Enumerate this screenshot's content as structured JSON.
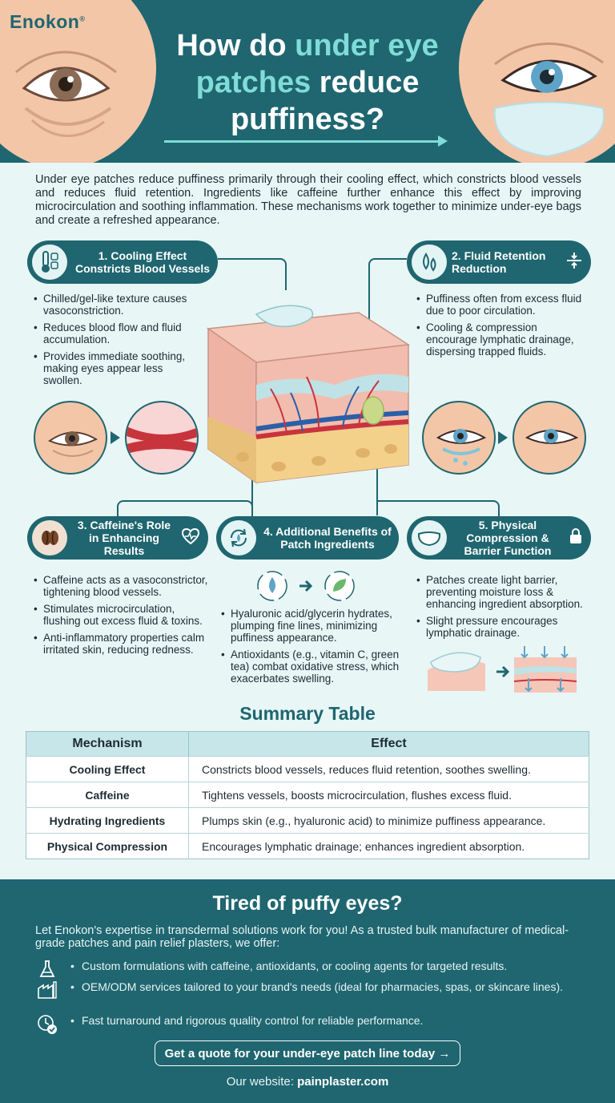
{
  "brand": {
    "logo": "Enokon",
    "logo_mark": "®"
  },
  "header": {
    "title_part1": "How do ",
    "title_highlight1": "under eye",
    "title_highlight2": "patches",
    "title_part2": " reduce",
    "title_part3": "puffiness?"
  },
  "intro": "Under eye patches reduce puffiness primarily through their cooling effect, which constricts blood vessels and reduces fluid retention. Ingredients like caffeine further enhance this effect by improving microcirculation and soothing inflammation. These mechanisms work together to minimize under-eye bags and create a refreshed appearance.",
  "mechanisms": [
    {
      "title": "1. Cooling Effect Constricts Blood Vessels",
      "icon": "thermometer-icon",
      "bullets": [
        "Chilled/gel-like texture causes vasoconstriction.",
        "Reduces blood flow and fluid accumulation.",
        "Provides immediate soothing, making eyes appear less swollen."
      ]
    },
    {
      "title": "2. Fluid Retention Reduction",
      "icon": "droplets-icon",
      "bullets": [
        "Puffiness often from excess fluid due to poor circulation.",
        "Cooling & compression encourage lymphatic drainage, dispersing trapped fluids."
      ]
    },
    {
      "title": "3. Caffeine's Role in Enhancing Results",
      "icon": "coffee-bean-icon",
      "bullets": [
        "Caffeine acts as a vasoconstrictor, tightening blood vessels.",
        "Stimulates microcirculation, flushing out excess fluid & toxins.",
        "Anti-inflammatory properties calm irritated skin, reducing redness."
      ]
    },
    {
      "title": "4. Additional Benefits of Patch Ingredients",
      "icon": "cycle-icon",
      "bullets": [
        "Hyaluronic acid/glycerin hydrates, plumping fine lines, minimizing puffiness appearance.",
        "Antioxidants (e.g., vitamin C, green tea) combat oxidative stress, which exacerbates swelling."
      ]
    },
    {
      "title": "5. Physical Compression & Barrier Function",
      "icon": "patch-icon",
      "bullets": [
        "Patches create light barrier, preventing moisture loss & enhancing ingredient absorption.",
        "Slight pressure encourages lymphatic drainage."
      ]
    }
  ],
  "summary": {
    "title": "Summary Table",
    "headers": [
      "Mechanism",
      "Effect"
    ],
    "rows": [
      [
        "Cooling Effect",
        "Constricts blood vessels, reduces fluid retention, soothes swelling."
      ],
      [
        "Caffeine",
        "Tightens vessels, boosts microcirculation, flushes excess fluid."
      ],
      [
        "Hydrating Ingredients",
        "Plumps skin (e.g., hyaluronic acid) to minimize puffiness appearance."
      ],
      [
        "Physical Compression",
        "Encourages lymphatic drainage; enhances ingredient absorption."
      ]
    ]
  },
  "cta": {
    "title": "Tired of puffy eyes?",
    "text": "Let Enokon's expertise in transdermal solutions work for you! As a trusted bulk manufacturer of medical-grade patches and pain relief plasters, we offer:",
    "offers": [
      {
        "icon": "flask-icon",
        "text": "Custom formulations with caffeine, antioxidants, or cooling agents for targeted results."
      },
      {
        "icon": "factory-icon",
        "text": "OEM/ODM services tailored to your brand's needs (ideal for pharmacies, spas, or skincare lines)."
      },
      {
        "icon": "clock-check-icon",
        "text": "Fast turnaround and rigorous quality control for reliable performance."
      }
    ],
    "button": "Get a quote for your under-eye patch line today →",
    "website_label": "Our website: ",
    "website": "painplaster.com"
  },
  "colors": {
    "primary": "#1f6670",
    "accent": "#7fdcd6",
    "skin": "#f3c6a8",
    "background": "#e8f6f6"
  }
}
